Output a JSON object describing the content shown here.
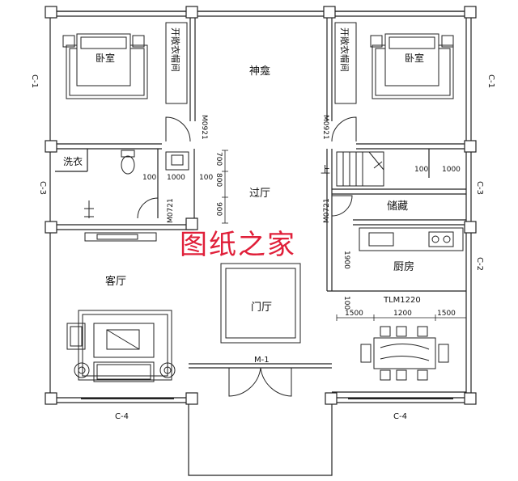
{
  "rooms": {
    "bedroom_left": "卧室",
    "bedroom_right": "卧室",
    "wardrobe_left": "开敞衣帽间",
    "wardrobe_right": "开敞衣帽间",
    "shrine": "神龛",
    "corridor": "过厅",
    "laundry": "洗衣",
    "storage": "储藏",
    "kitchen": "厨房",
    "living": "客厅",
    "foyer": "门厅",
    "stair_up": "上"
  },
  "doors": {
    "m0921_left": "M0921",
    "m0921_right": "M0921",
    "m0721_left": "M0721",
    "m0721_right": "M0721",
    "main_door": "M-1",
    "tlm": "TLM1220"
  },
  "windows": {
    "c1_left": "C-1",
    "c1_right": "C-1",
    "c3_left": "C-3",
    "c3_right": "C-3",
    "c2_right": "C-2",
    "c4_left": "C-4",
    "c4_right": "C-4"
  },
  "dimensions": {
    "d700": "700",
    "d800": "800",
    "d900": "900",
    "d1000_a": "1000",
    "d100_a": "100",
    "d100_b": "100",
    "d100_c": "100",
    "d1000_b": "1000",
    "d1900": "1900",
    "d100_d": "100",
    "d1500_a": "1500",
    "d1200": "1200",
    "d1500_b": "1500"
  },
  "watermark": "图纸之家"
}
